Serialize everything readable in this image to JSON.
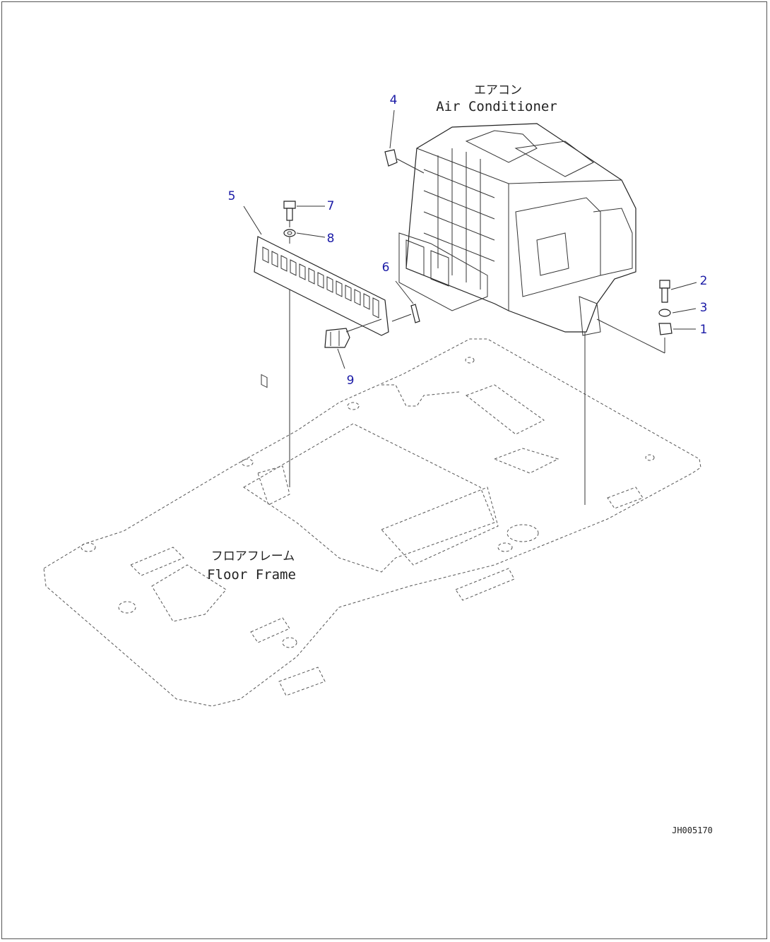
{
  "diagram": {
    "labels": {
      "air_conditioner_jp": "エアコン",
      "air_conditioner_en": "Air Conditioner",
      "floor_frame_jp": "フロアフレーム",
      "floor_frame_en": "Floor Frame",
      "drawing_code": "JH005170"
    },
    "callouts": [
      "1",
      "2",
      "3",
      "4",
      "5",
      "6",
      "7",
      "8",
      "9"
    ],
    "colors": {
      "callout": "#1a1aa6",
      "line": "#333333",
      "frame": "#555555"
    }
  }
}
